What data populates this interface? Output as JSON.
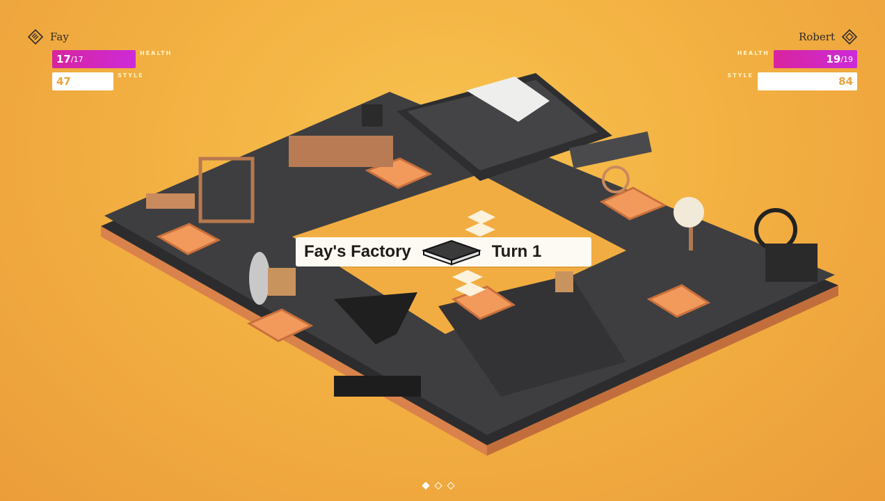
{
  "players": {
    "left": {
      "name": "Fay",
      "health_label": "HEALTH",
      "health_value": "17",
      "health_max": "17",
      "style_label": "STYLE",
      "style_value": "47"
    },
    "right": {
      "name": "Robert",
      "health_label": "HEALTH",
      "health_value": "19",
      "health_max": "19",
      "style_label": "STYLE",
      "style_value": "84"
    }
  },
  "banner": {
    "location": "Fay's Factory",
    "turn": "Turn 1"
  },
  "pagination": {
    "count": 3,
    "active": 0
  },
  "colors": {
    "background": "#f3b142",
    "health": "#d8249f",
    "style_text": "#e9a43f",
    "board_dark": "#3b3b3d",
    "board_orange": "#e8955a"
  },
  "icons": {
    "player_marker": "diamond-icon",
    "location_marker": "book-icon"
  }
}
